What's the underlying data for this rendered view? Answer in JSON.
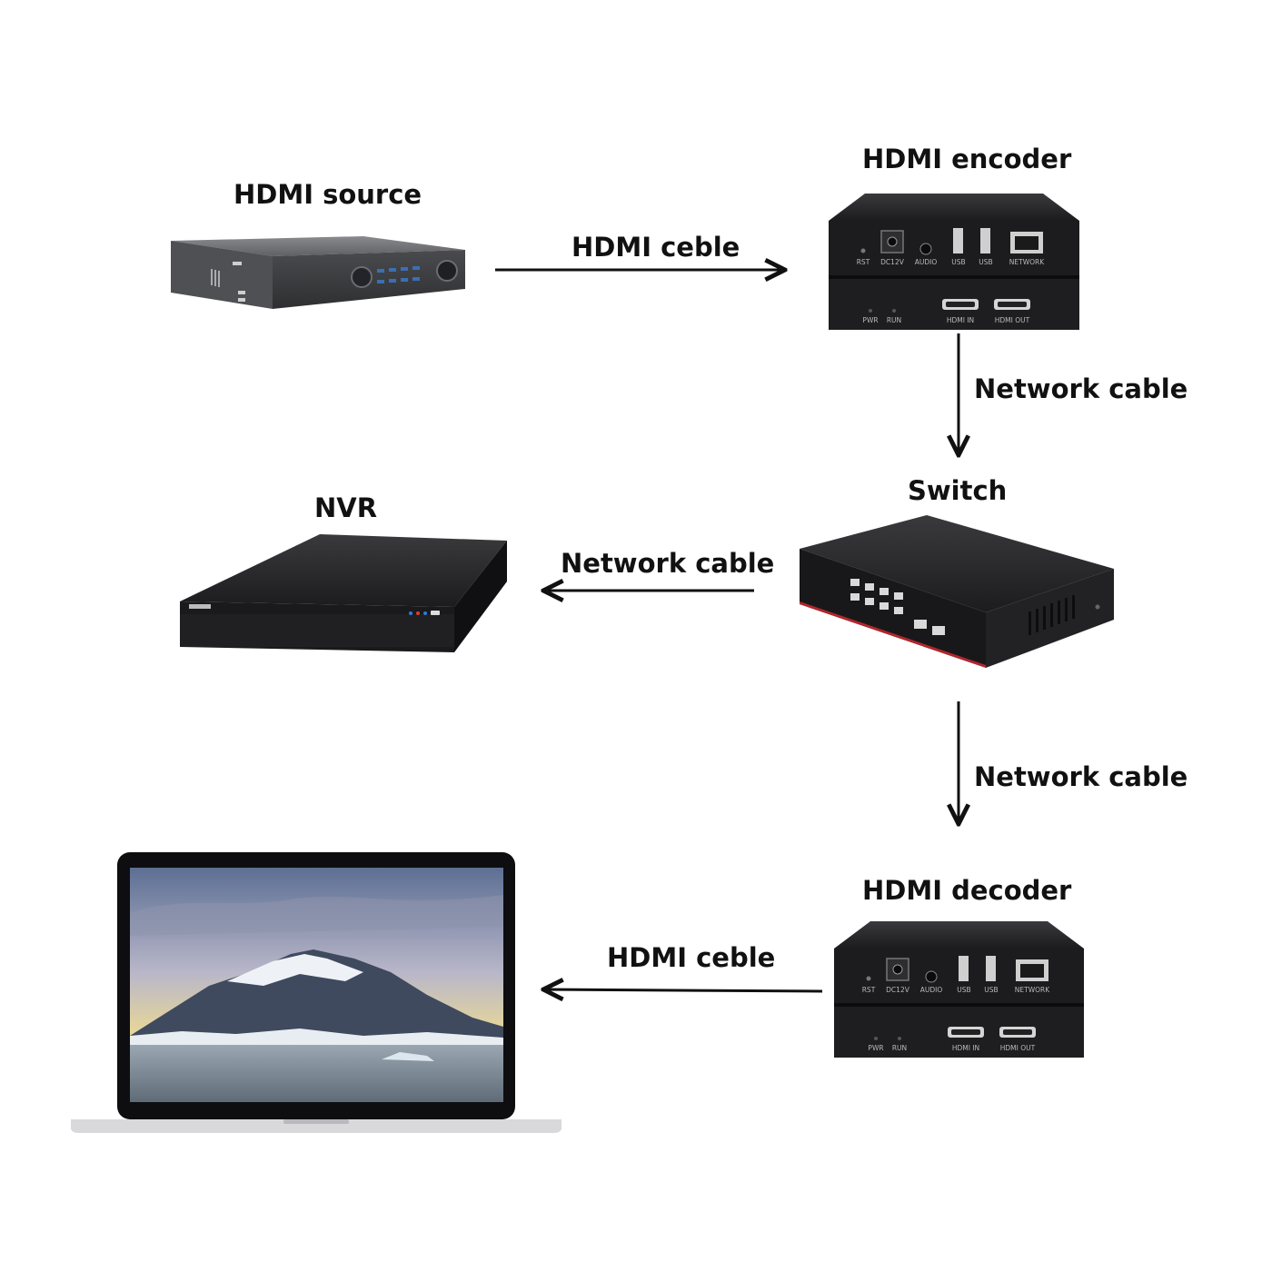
{
  "labels": {
    "hdmi_source": "HDMI source",
    "hdmi_encoder": "HDMI encoder",
    "switch": "Switch",
    "nvr": "NVR",
    "hdmi_decoder": "HDMI decoder",
    "cable_source_encoder": "HDMI ceble",
    "cable_encoder_switch": "Network cable",
    "cable_switch_nvr": "Network cable",
    "cable_switch_decoder": "Network cable",
    "cable_decoder_laptop": "HDMI ceble"
  },
  "box_ports": {
    "top_row": [
      "RST",
      "DC12V",
      "AUDIO",
      "USB",
      "USB",
      "NETWORK"
    ],
    "bottom_row": [
      "PWR",
      "RUN",
      "HDMI IN",
      "HDMI OUT"
    ]
  },
  "colors": {
    "device_black": "#1c1c1e",
    "device_grey": "#5a5b5e",
    "arrow": "#111111",
    "switch_accent": "#b3262c"
  }
}
